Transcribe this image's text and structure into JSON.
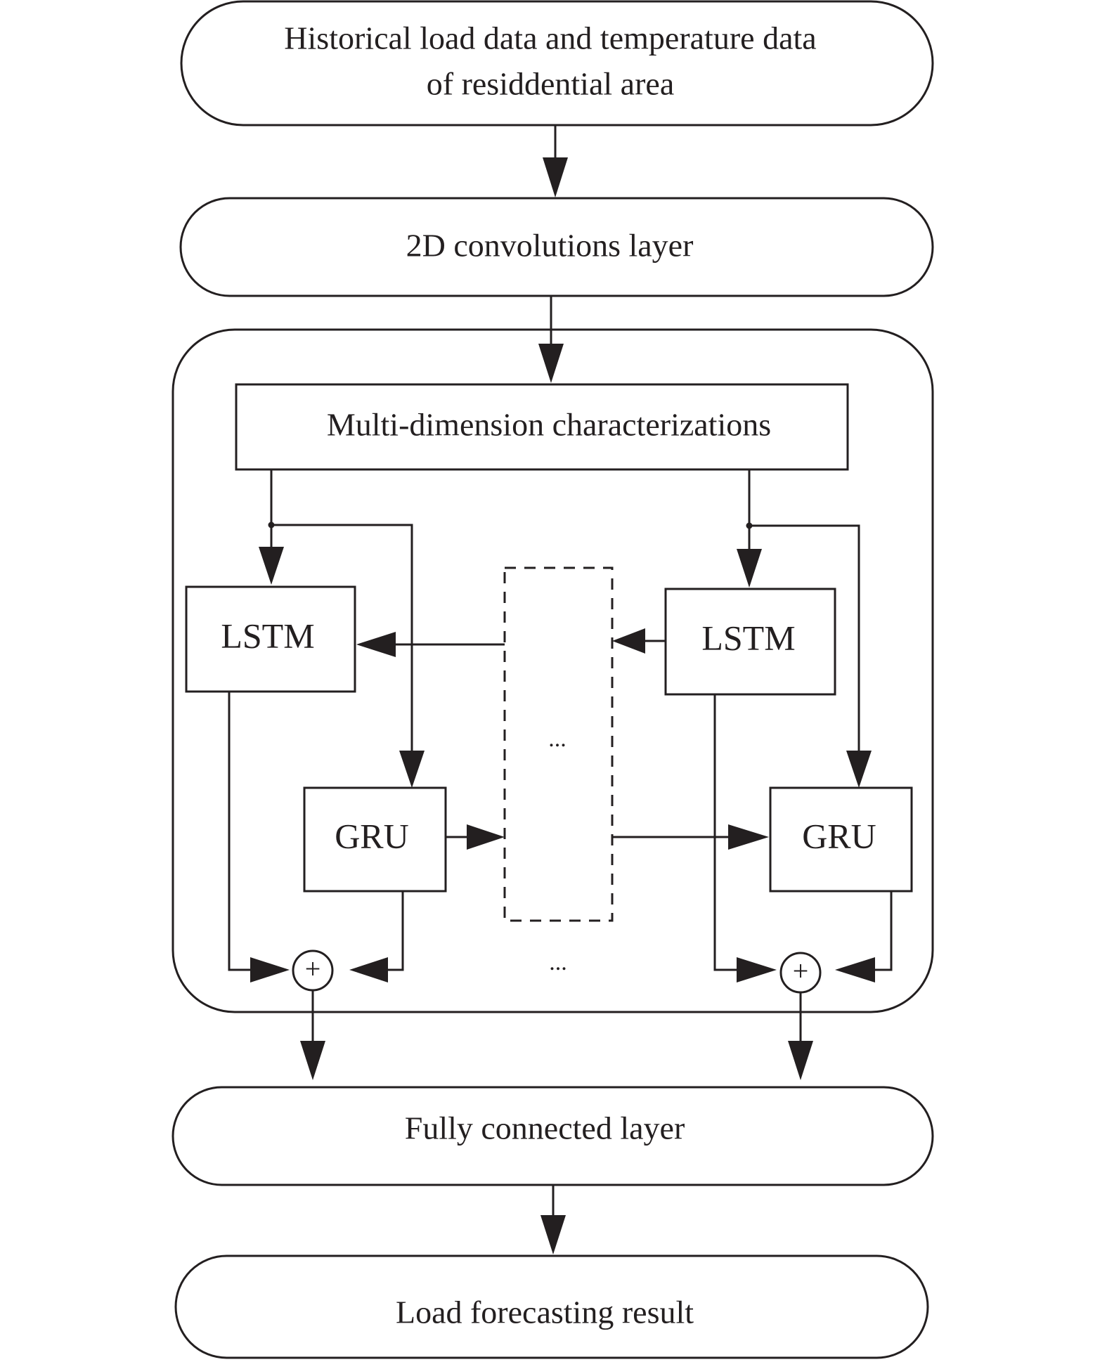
{
  "nodes": {
    "input": {
      "line1": "Historical load data and temperature data",
      "line2": "of residdential area"
    },
    "conv": {
      "label": "2D convolutions layer"
    },
    "multidim": {
      "label": "Multi-dimension characterizations"
    },
    "lstm_left": {
      "label": "LSTM"
    },
    "lstm_right": {
      "label": "LSTM"
    },
    "gru_left": {
      "label": "GRU"
    },
    "gru_right": {
      "label": "GRU"
    },
    "sum_left": {
      "symbol": "+"
    },
    "sum_right": {
      "symbol": "+"
    },
    "ellipsis_middle": {
      "label": "..."
    },
    "ellipsis_bottom": {
      "label": "..."
    },
    "fc": {
      "label": "Fully connected layer"
    },
    "output": {
      "label": "Load forecasting result"
    }
  }
}
